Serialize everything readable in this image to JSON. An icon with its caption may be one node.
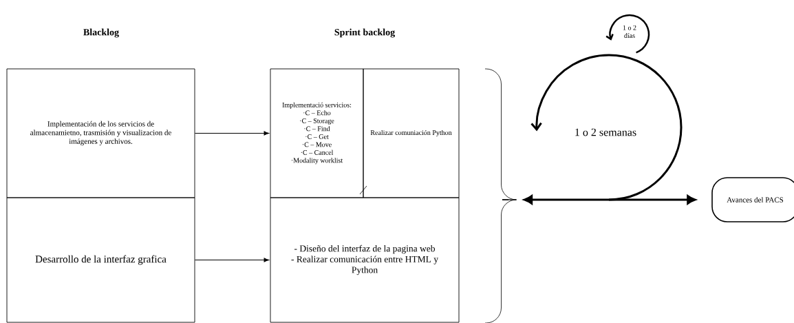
{
  "diagram": {
    "nodes": [
      {
        "text": [
          "Implementación de los servicios de almacenamietno, trasmisión y visualizacion de imágenes y archivos."
        ]
      },
      {
        "text": [
          "Desarrollo de la interfaz grafica"
        ]
      },
      {
        "text": [
          "Implementació servicios:",
          "·C – Echo",
          "·C – Storage",
          "·C – Find",
          "·C – Get",
          "·C – Move",
          "·C – Cancel",
          "·Modality worklist"
        ]
      },
      {
        "text": [
          "Realizar comuniación Python"
        ]
      },
      {
        "text": [
          "- Diseño del interfaz de la pagina web",
          "- Realizar comunicación entre HTML y Python"
        ]
      },
      {
        "text": [
          "Avances del PACS"
        ]
      },
      {
        "text": [],
        "shape": "brace"
      }
    ],
    "edges": [
      {
        "from": 0,
        "to": 2,
        "arrow": "to"
      },
      {
        "from": 1,
        "to": 4,
        "arrow": "to"
      },
      {
        "from": 6,
        "to": 5,
        "arrow": "both",
        "style": "thick"
      }
    ],
    "labels": [
      "Blacklog",
      "Sprint backlog",
      "1 o 2 días",
      "1 o 2 semanas"
    ]
  }
}
